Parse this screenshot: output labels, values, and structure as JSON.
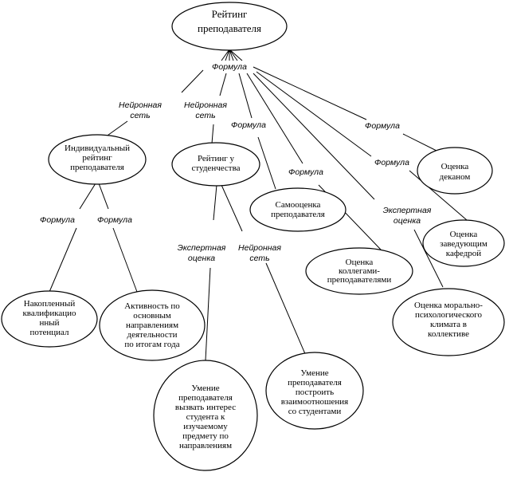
{
  "nodes": {
    "root": [
      "Рейтинг",
      "преподавателя"
    ],
    "individual": [
      "Индивидуальный",
      "рейтинг",
      "преподавателя"
    ],
    "students": [
      "Рейтинг у",
      "студенчества"
    ],
    "self": [
      "Самооценка",
      "преподавателя"
    ],
    "colleagues": [
      "Оценка",
      "коллегами-",
      "преподавателями"
    ],
    "dean": [
      "Оценка",
      "деканом"
    ],
    "head": [
      "Оценка",
      "заведующим",
      "кафедрой"
    ],
    "climate": [
      "Оценка морально-",
      "психологического",
      "климата в",
      "коллективе"
    ],
    "potential": [
      "Накопленный",
      "квалификацио",
      "нный",
      "потенциал"
    ],
    "activity": [
      "Активность по",
      "основным",
      "направлениям",
      "деятельности",
      "по итогам года"
    ],
    "interest": [
      "Умение",
      "преподавателя",
      "вызвать интерес",
      "студента к",
      "изучаемому",
      "предмету по",
      "направлениям"
    ],
    "relations": [
      "Умение",
      "преподавателя",
      "построить",
      "взаимоотношения",
      "со студентами"
    ]
  },
  "edge_labels": {
    "formula_top": [
      "Формула"
    ],
    "neural_individual": [
      "Нейронная",
      "сеть"
    ],
    "neural_students": [
      "Нейронная",
      "сеть"
    ],
    "formula_self": [
      "Формула"
    ],
    "formula_colleagues": [
      "Формула"
    ],
    "expert_climate": [
      "Экспертная",
      "оценка"
    ],
    "formula_head": [
      "Формула"
    ],
    "formula_dean": [
      "Формула"
    ],
    "formula_potential": [
      "Формула"
    ],
    "formula_activity": [
      "Формула"
    ],
    "expert_interest": [
      "Экспертная",
      "оценка"
    ],
    "neural_relations": [
      "Нейронная",
      "сеть"
    ]
  }
}
